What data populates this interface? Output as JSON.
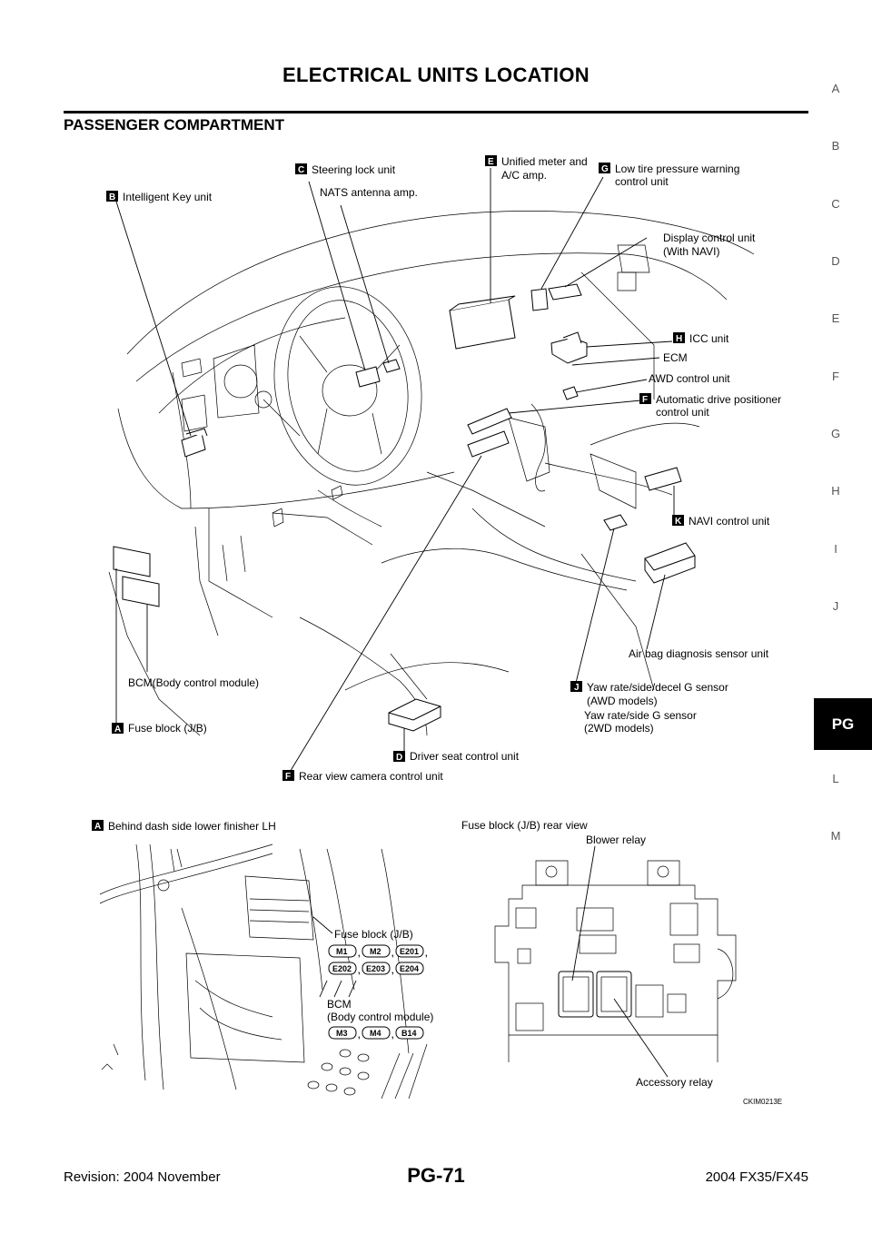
{
  "header": {
    "title": "ELECTRICAL UNITS LOCATION"
  },
  "section": {
    "heading": "PASSENGER COMPARTMENT"
  },
  "side_index": {
    "letters": [
      "A",
      "B",
      "C",
      "D",
      "E",
      "F",
      "G",
      "H",
      "I",
      "J",
      "PG",
      "L",
      "M"
    ],
    "active": "PG"
  },
  "callouts": {
    "steering_lock": {
      "tag": "C",
      "text": "Steering lock unit"
    },
    "nats": {
      "text": "NATS antenna amp."
    },
    "unified_meter": {
      "tag": "E",
      "line1": "Unified meter and",
      "line2": "A/C amp."
    },
    "low_tire": {
      "tag": "G",
      "line1": "Low tire pressure warning",
      "line2": "control unit"
    },
    "intelligent_key": {
      "tag": "B",
      "text": "Intelligent Key unit"
    },
    "display_control": {
      "line1": "Display control unit",
      "line2": "(With NAVI)"
    },
    "icc": {
      "tag": "H",
      "text": "ICC unit"
    },
    "ecm": {
      "text": "ECM"
    },
    "awd": {
      "text": "AWD control unit"
    },
    "adp": {
      "tag": "F",
      "line1": "Automatic drive positioner",
      "line2": "control unit"
    },
    "navi": {
      "tag": "K",
      "text": "NAVI control unit"
    },
    "airbag": {
      "text": "Air bag diagnosis sensor unit"
    },
    "bcm": {
      "text": "BCM(Body control module)"
    },
    "yaw_awd": {
      "tag": "J",
      "line1": "Yaw rate/side/decel G sensor",
      "line2": "(AWD models)"
    },
    "yaw_2wd": {
      "line1": "Yaw rate/side G sensor",
      "line2": "(2WD models)"
    },
    "fuse_block": {
      "tag": "A",
      "text": "Fuse block (J/B)"
    },
    "driver_seat": {
      "tag": "D",
      "text": "Driver seat control unit"
    },
    "rear_view": {
      "tag": "F",
      "text": "Rear view camera control unit"
    }
  },
  "detail_left": {
    "tag": "A",
    "title": "Behind dash side lower finisher LH",
    "fuse_label": "Fuse block (J/B)",
    "fuse_connectors": [
      "M1",
      "M2",
      "E201",
      "E202",
      "E203",
      "E204"
    ],
    "bcm_line1": "BCM",
    "bcm_line2": "(Body control module)",
    "bcm_connectors": [
      "M3",
      "M4",
      "B14"
    ],
    "comma": ","
  },
  "detail_right": {
    "title": "Fuse block (J/B) rear view",
    "blower": "Blower relay",
    "accessory": "Accessory relay"
  },
  "figure_code": "CKIM0213E",
  "footer": {
    "revision": "Revision: 2004 November",
    "page": "PG-71",
    "model": "2004 FX35/FX45"
  }
}
